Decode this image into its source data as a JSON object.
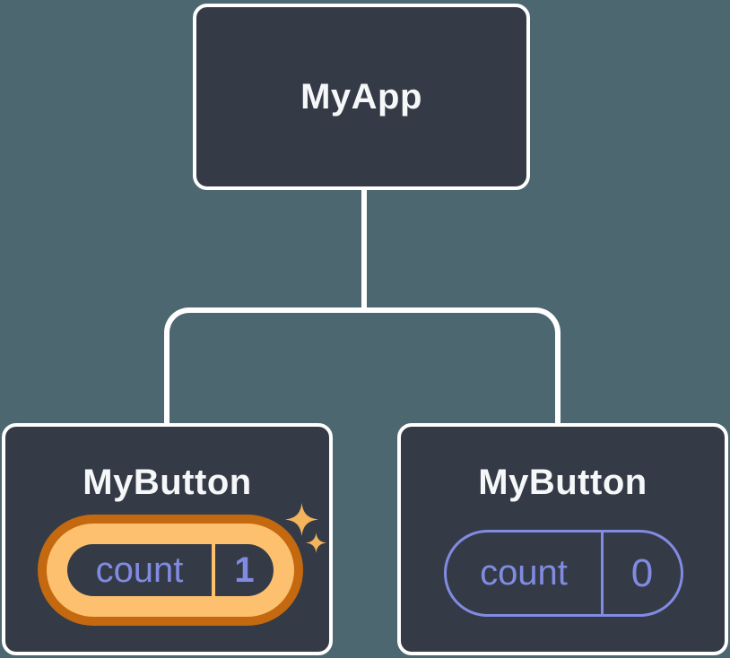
{
  "figure": {
    "type": "react-component-tree-diagram",
    "background": "#4D6770",
    "root_node": {
      "title": "MyApp"
    },
    "child_nodes": [
      {
        "title": "MyButton",
        "state_key": "count",
        "state_value": "1",
        "highlighted": true
      },
      {
        "title": "MyButton",
        "state_key": "count",
        "state_value": "0",
        "highlighted": false
      }
    ],
    "colors": {
      "node_fill": "#343B47",
      "node_border": "#FFFFFF",
      "connector": "#FFFFFF",
      "title_text": "#F6F7F9",
      "state_text": "#828BE2",
      "pill_outline": "#828BE2",
      "highlight_ring_outer": "#C4690F",
      "highlight_ring_inner": "#FCC06E",
      "sparkle": "#F4B45C"
    }
  }
}
